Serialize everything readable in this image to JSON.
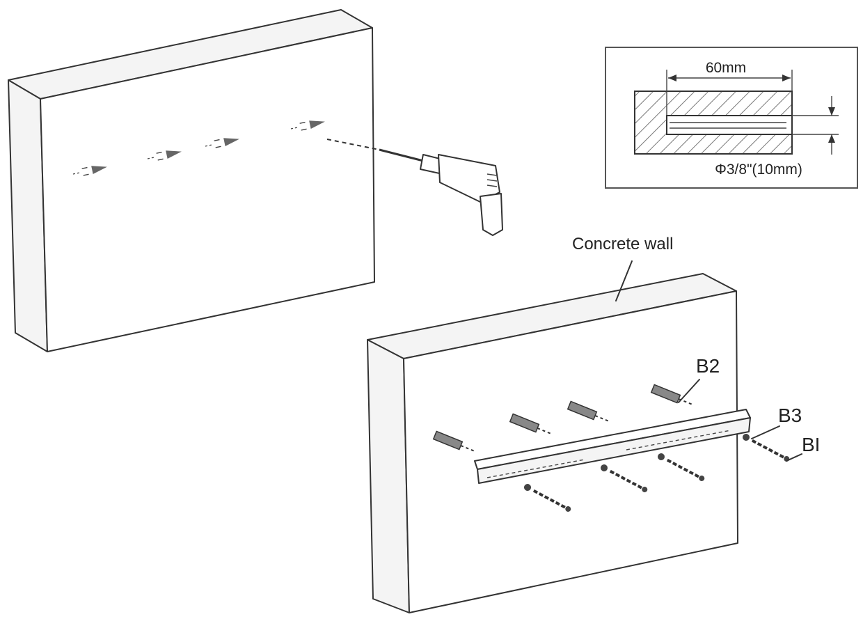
{
  "detail": {
    "depth_label": "60mm",
    "diameter_label": "Φ3/8\"(10mm)"
  },
  "labels": {
    "concrete_wall": "Concrete wall",
    "b2": "B2",
    "b3": "B3",
    "b1": "BI"
  },
  "icons": [
    "drill-icon",
    "screw-icon",
    "wall-plug-icon"
  ]
}
